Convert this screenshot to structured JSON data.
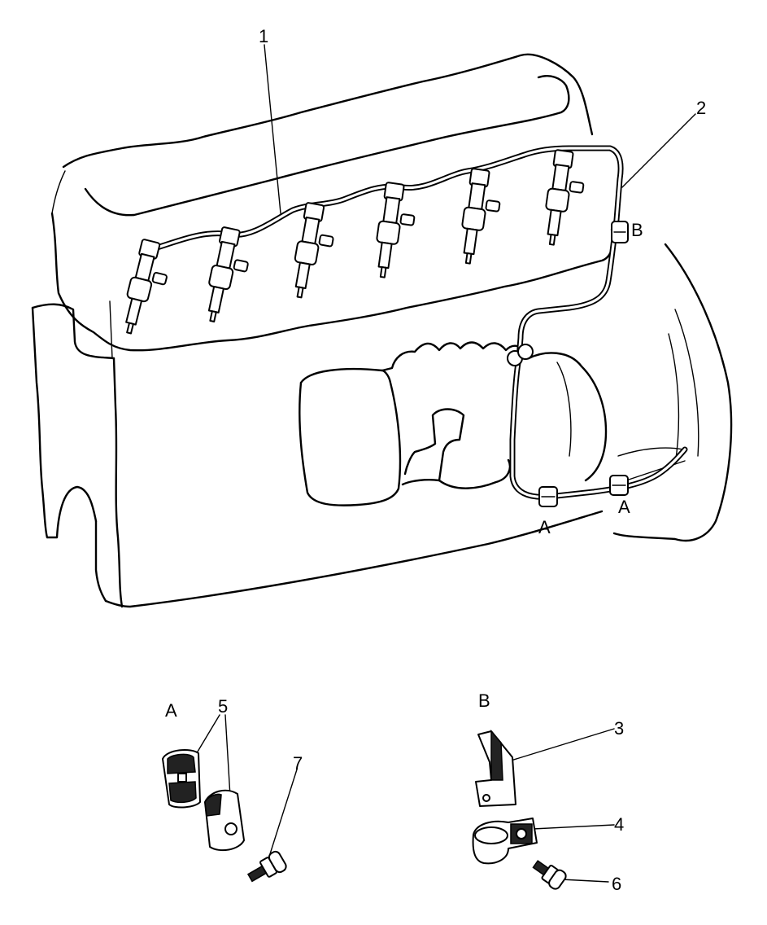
{
  "callouts": {
    "n1": "1",
    "n2": "2",
    "n3": "3",
    "n4": "4",
    "n5": "5",
    "n6": "6",
    "n7": "7"
  },
  "locators": {
    "clip_a_left": "A",
    "clip_a_right": "A",
    "clip_b": "B"
  },
  "details": {
    "detail_a_title": "A",
    "detail_b_title": "B"
  }
}
